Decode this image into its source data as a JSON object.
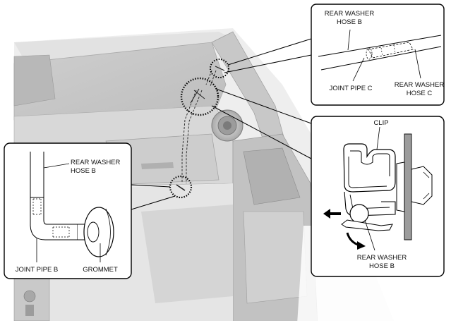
{
  "callouts": {
    "top_right": {
      "hose_b_line1": "REAR WASHER",
      "hose_b_line2": "HOSE B",
      "joint": "JOINT PIPE C",
      "hose_c_line1": "REAR WASHER",
      "hose_c_line2": "HOSE C"
    },
    "left": {
      "hose_b_line1": "REAR WASHER",
      "hose_b_line2": "HOSE B",
      "joint": "JOINT PIPE B",
      "grommet": "GROMMET"
    },
    "right": {
      "clip": "CLIP",
      "hose_b_line1": "REAR WASHER",
      "hose_b_line2": "HOSE B"
    }
  },
  "colors": {
    "background": "#ffffff",
    "interior_light": "#e6e6e6",
    "interior_mid": "#cfcfcf",
    "interior_dark": "#9a9a9a",
    "line": "#111111",
    "panel_border": "#000000"
  }
}
